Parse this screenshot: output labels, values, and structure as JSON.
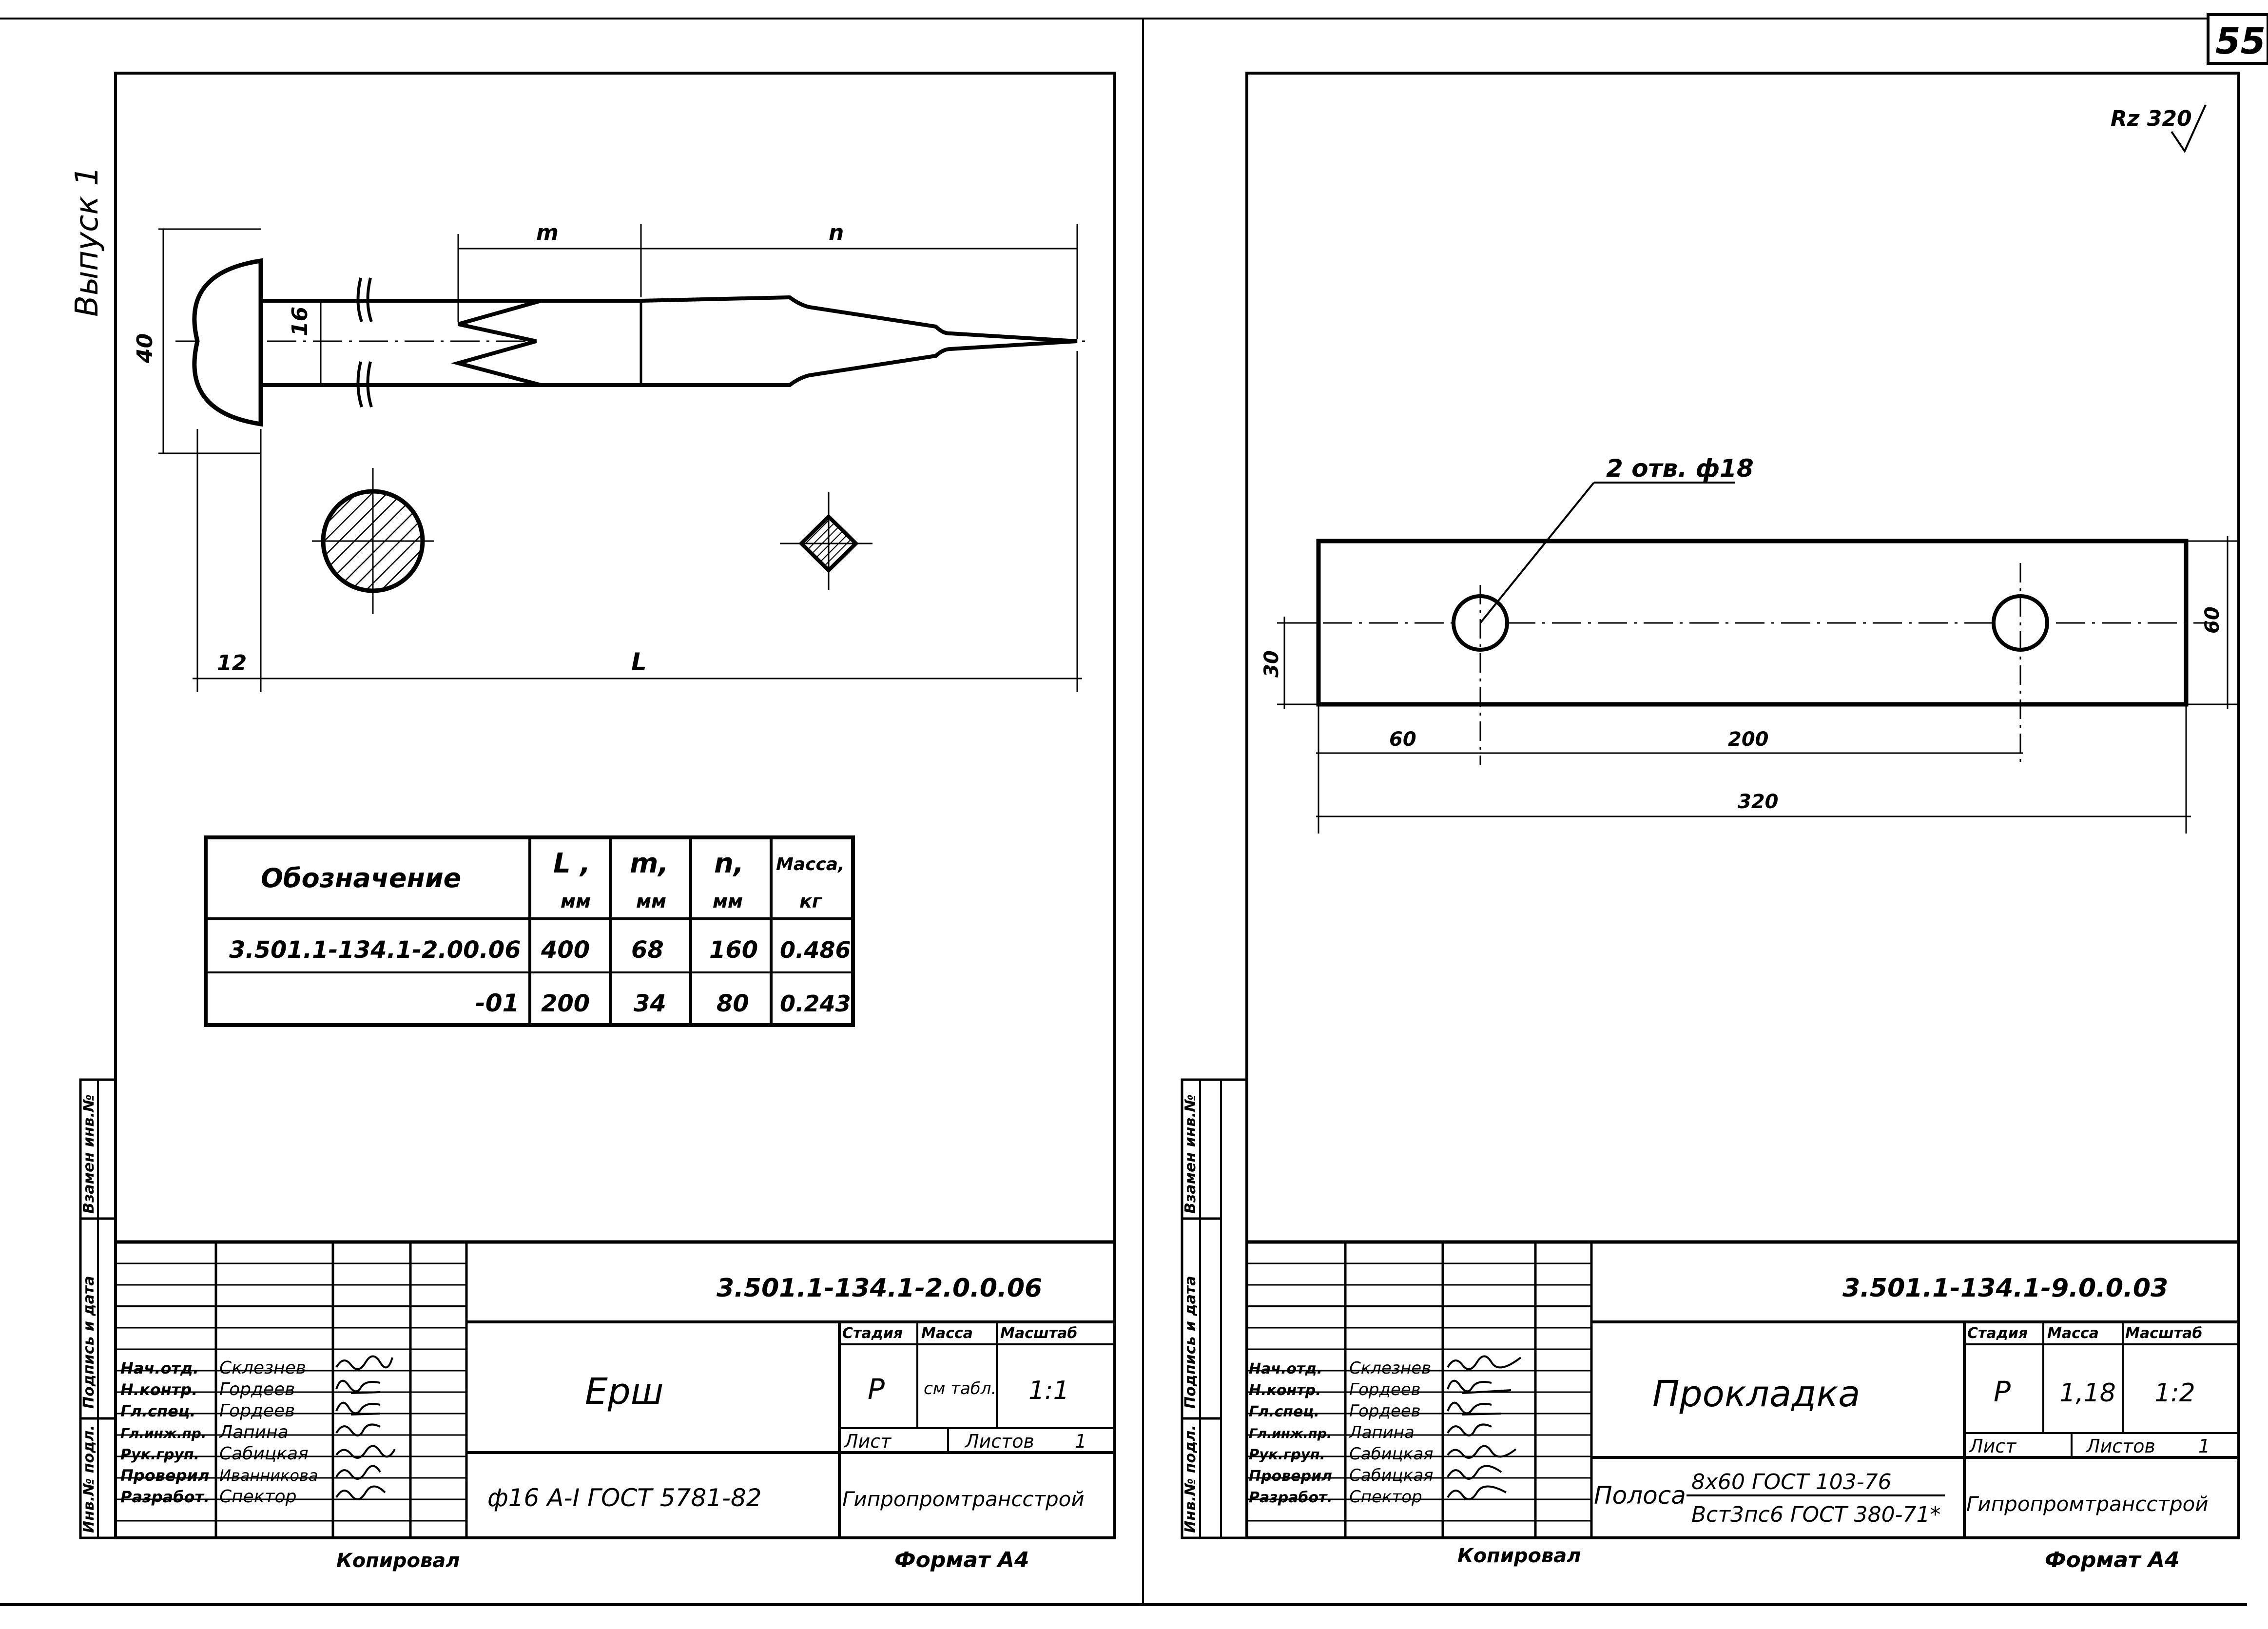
{
  "page_number": "55",
  "sheet_left": {
    "release_label": "Выпуск 1",
    "dimensions": {
      "m": "m",
      "n": "n",
      "d40": "40",
      "d16": "16",
      "d12": "12",
      "L": "L"
    },
    "spec_table": {
      "headers": [
        {
          "top": "Обозначение",
          "bottom": ""
        },
        {
          "top": "L ,",
          "bottom": "мм"
        },
        {
          "top": "m,",
          "bottom": "мм"
        },
        {
          "top": "n,",
          "bottom": "мм"
        },
        {
          "top": "Масса,",
          "bottom": "кг"
        }
      ],
      "rows": [
        [
          "3.501.1-134.1-2.00.06",
          "400",
          "68",
          "160",
          "0.486"
        ],
        [
          "-01",
          "200",
          "34",
          "80",
          "0.243"
        ]
      ]
    },
    "side_stamp": {
      "col1": "Инв.№ подл.",
      "col2": "Подпись и дата",
      "col3": "Взамен инв.№"
    },
    "title_block": {
      "doc_number": "3.501.1-134.1-2.0.0.06",
      "roles": [
        "Нач.отд.",
        "Н.контр.",
        "Гл.спец.",
        "Гл.инж.пр.",
        "Рук.груп.",
        "Проверил",
        "Разработ."
      ],
      "names": [
        "Склезнев",
        "Гордеев",
        "Гордеев",
        "Лапина",
        "Сабицкая",
        "Иванникова",
        "Спектор"
      ],
      "part_name": "Ерш",
      "material": "ф16 А-I   ГОСТ 5781-82",
      "stage_header": "Стадия",
      "mass_header": "Масса",
      "scale_header": "Масштаб",
      "stage": "Р",
      "mass": "см табл.",
      "scale": "1:1",
      "sheet_label": "Лист",
      "sheets_label": "Листов",
      "sheets_count": "1",
      "organization": "Гипропромтрансстрой"
    },
    "copied_label": "Копировал",
    "format_label": "Формат  А4"
  },
  "sheet_right": {
    "roughness": "Rz 320",
    "hole_callout": "2 отв. ф18",
    "dimensions": {
      "d30": "30",
      "d60_side": "60",
      "d60": "60",
      "d200": "200",
      "d320": "320"
    },
    "side_stamp": {
      "col1": "Инв.№ подл.",
      "col2": "Подпись и дата",
      "col3": "Взамен инв.№"
    },
    "title_block": {
      "doc_number": "3.501.1-134.1-9.0.0.03",
      "roles": [
        "Нач.отд.",
        "Н.контр.",
        "Гл.спец.",
        "Гл.инж.пр.",
        "Рук.груп.",
        "Проверил",
        "Разработ."
      ],
      "names": [
        "Склезнев",
        "Гордеев",
        "Гордеев",
        "Лапина",
        "Сабицкая",
        "Сабицкая",
        "Спектор"
      ],
      "part_name": "Прокладка",
      "material_prefix": "Полоса",
      "material_top": "8х60  ГОСТ  103-76",
      "material_bottom": "Вст3пс6 ГОСТ 380-71*",
      "stage_header": "Стадия",
      "mass_header": "Масса",
      "scale_header": "Масштаб",
      "stage": "Р",
      "mass": "1,18",
      "scale": "1:2",
      "sheet_label": "Лист",
      "sheets_label": "Листов",
      "sheets_count": "1",
      "organization": "Гипропромтрансстрой"
    },
    "copied_label": "Копировал",
    "format_label": "Формат  А4"
  }
}
